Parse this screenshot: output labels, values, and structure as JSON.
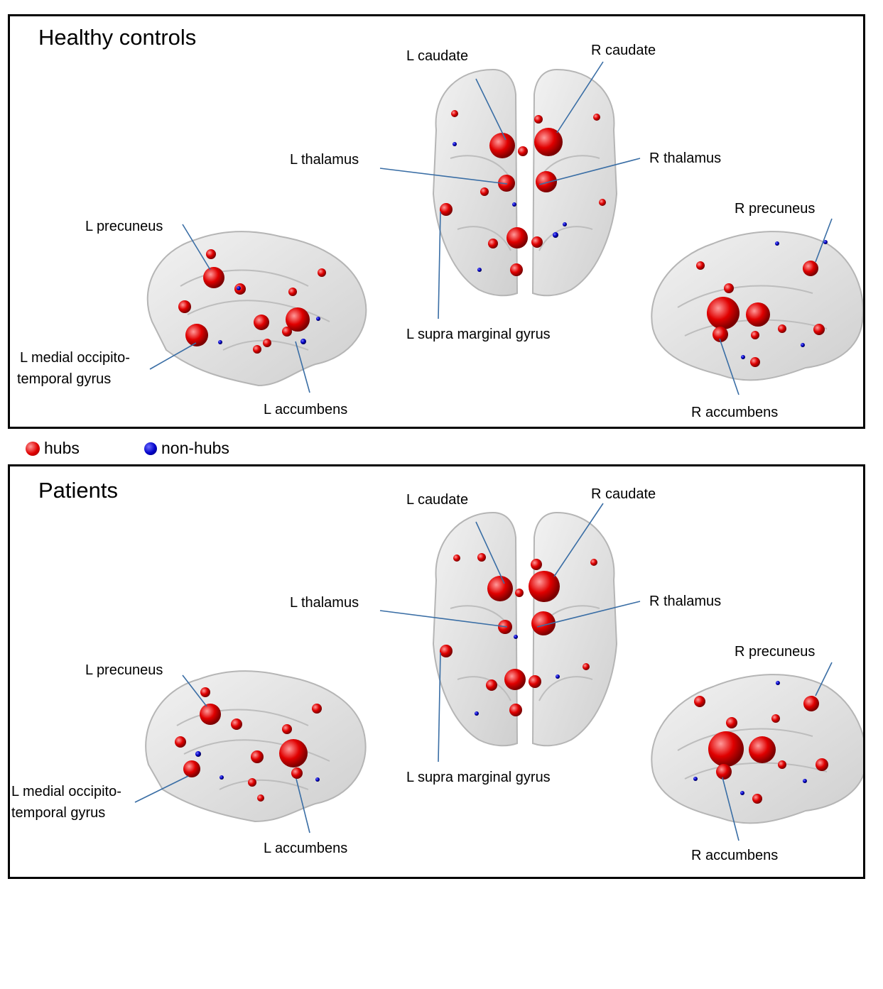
{
  "panels": [
    {
      "title": "Healthy controls",
      "labels": {
        "l_caudate": "L caudate",
        "r_caudate": "R caudate",
        "l_thalamus": "L thalamus",
        "r_thalamus": "R thalamus",
        "l_precuneus": "L precuneus",
        "r_precuneus": "R precuneus",
        "l_supramarginal": "L supra marginal gyrus",
        "l_occipito_1": "L medial occipito-",
        "l_occipito_2": "temporal gyrus",
        "l_accumbens": "L accumbens",
        "r_accumbens": "R accumbens"
      }
    },
    {
      "title": "Patients",
      "labels": {
        "l_caudate": "L caudate",
        "r_caudate": "R caudate",
        "l_thalamus": "L thalamus",
        "r_thalamus": "R thalamus",
        "l_precuneus": "L precuneus",
        "r_precuneus": "R precuneus",
        "l_supramarginal": "L supra marginal gyrus",
        "l_occipito_1": "L medial occipito-",
        "l_occipito_2": "temporal gyrus",
        "l_accumbens": "L accumbens",
        "r_accumbens": "R accumbens"
      }
    }
  ],
  "legend": {
    "hubs": "hubs",
    "non_hubs": "non-hubs",
    "hub_color": "#e00000",
    "non_hub_color": "#0000c8"
  },
  "colors": {
    "leader_line": "#3a6ea5",
    "brain": "#d8d8d8"
  }
}
